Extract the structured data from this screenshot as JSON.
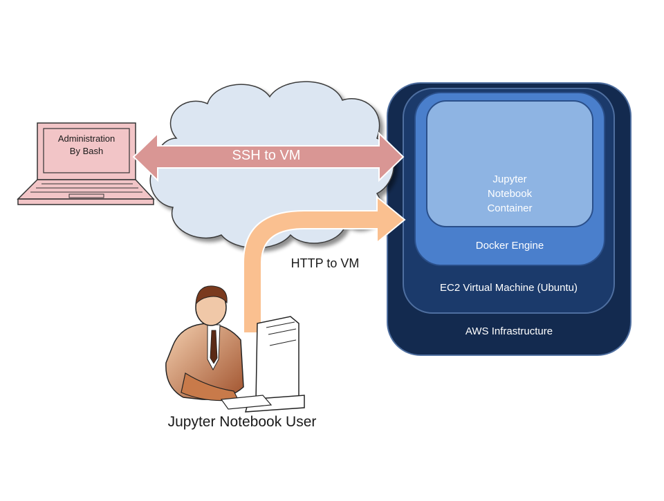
{
  "laptop": {
    "line1": "Administration",
    "line2": "By Bash"
  },
  "ssh_arrow": {
    "label": "SSH to VM"
  },
  "http_arrow": {
    "label": "HTTP to VM"
  },
  "user": {
    "label": "Jupyter Notebook User"
  },
  "aws": {
    "infrastructure": "AWS Infrastructure",
    "ec2": "EC2 Virtual Machine (Ubuntu)",
    "docker": "Docker Engine",
    "container": [
      "Jupyter",
      "Notebook",
      "Container"
    ]
  },
  "colors": {
    "aws_outer": "#132a4f",
    "ec2": "#1b3a6b",
    "docker": "#4a7fcc",
    "container": "#8eb4e3",
    "ssh_arrow": "#d99694",
    "http_arrow": "#fac090",
    "cloud": "#dce6f2",
    "laptop": "#f2c5c7"
  }
}
